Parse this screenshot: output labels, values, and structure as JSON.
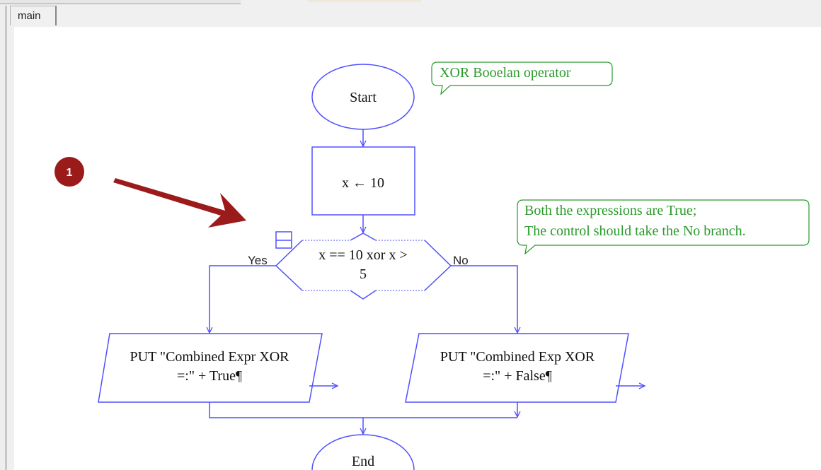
{
  "tab": {
    "label": "main"
  },
  "flowchart": {
    "start": "Start",
    "assign": "x ← 10",
    "decision": {
      "line1": "x == 10 xor x >",
      "line2": "5",
      "yes": "Yes",
      "no": "No"
    },
    "output_yes": {
      "line1": "PUT \"Combined Expr XOR",
      "line2": "=:\" + True¶"
    },
    "output_no": {
      "line1": "PUT \"Combined Exp XOR",
      "line2": "=:\" + False¶"
    },
    "end": "End"
  },
  "comments": [
    {
      "lines": [
        "XOR Booelan operator"
      ]
    },
    {
      "lines": [
        "Both the expressions are True;",
        "The control should take the No branch."
      ]
    }
  ],
  "annotation": {
    "badge": "1"
  },
  "colors": {
    "flow": "#5050ff",
    "comment": "#2a9a2a",
    "annotation": "#9b1b1b"
  }
}
